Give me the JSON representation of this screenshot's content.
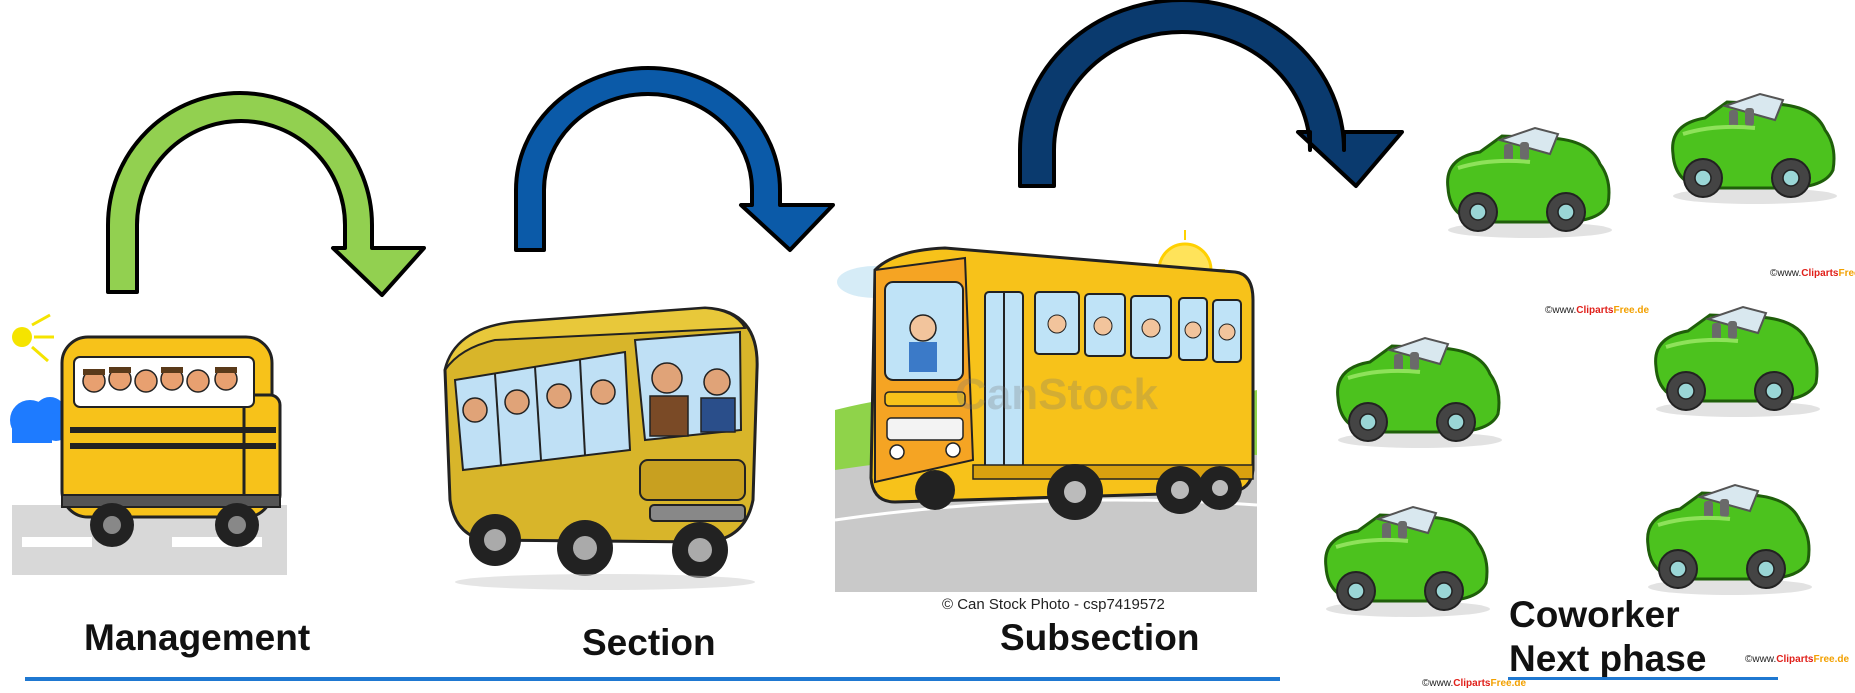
{
  "labels": {
    "management": "Management",
    "section": "Section",
    "subsection": "Subsection",
    "coworker_line1": "Coworker",
    "coworker_line2": "Next phase"
  },
  "credits": {
    "canstock_caption": "© Can Stock Photo - csp7419572",
    "canstock_watermark": "CanStock",
    "cliparts_prefix": "©www.",
    "cliparts_mid": "Cliparts",
    "cliparts_suffix": "Free.de"
  },
  "colors": {
    "arrow_1": "#92d050",
    "arrow_2": "#0b5aa8",
    "arrow_3": "#0a3a6e",
    "bus_yellow": "#f7c21a",
    "car_green": "#4cc21e",
    "underline": "#1f78d1"
  },
  "icons": [
    "school-bus-icon",
    "crowded-bus-icon",
    "city-bus-icon",
    "convertible-car-icon"
  ]
}
